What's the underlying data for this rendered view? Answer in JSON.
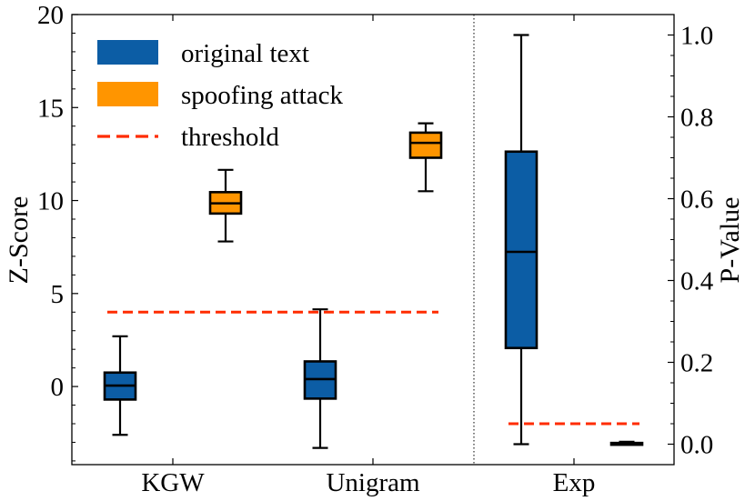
{
  "chart_data": {
    "type": "box",
    "categories": [
      "KGW",
      "Unigram",
      "Exp"
    ],
    "left_axis": {
      "label": "Z-Score",
      "ylim": [
        -4.2,
        20
      ],
      "ticks": [
        0,
        5,
        10,
        15,
        20
      ]
    },
    "right_axis": {
      "label": "P-Value",
      "ylim": [
        -0.05,
        1.05
      ],
      "ticks": [
        "0.0",
        "0.2",
        "0.4",
        "0.6",
        "0.8",
        "1.0"
      ]
    },
    "legend": {
      "placement": "top-left",
      "items": [
        {
          "label": "original text",
          "kind": "patch",
          "color": "#0c5da5"
        },
        {
          "label": "spoofing attack",
          "kind": "patch",
          "color": "#ff9500"
        },
        {
          "label": "threshold",
          "kind": "dashed",
          "color": "#ff2c00"
        }
      ]
    },
    "series": [
      {
        "name": "original text",
        "color": "#0c5da5",
        "boxes": [
          {
            "category": "KGW",
            "axis": "left",
            "whisker_low": -2.6,
            "q1": -0.7,
            "median": 0.05,
            "q3": 0.75,
            "whisker_high": 2.7
          },
          {
            "category": "Unigram",
            "axis": "left",
            "whisker_low": -3.3,
            "q1": -0.65,
            "median": 0.4,
            "q3": 1.35,
            "whisker_high": 4.15
          },
          {
            "category": "Exp",
            "axis": "right",
            "whisker_low": 0.0,
            "q1": 0.235,
            "median": 0.47,
            "q3": 0.715,
            "whisker_high": 1.0
          }
        ]
      },
      {
        "name": "spoofing attack",
        "color": "#ff9500",
        "boxes": [
          {
            "category": "KGW",
            "axis": "left",
            "whisker_low": 7.8,
            "q1": 9.3,
            "median": 9.85,
            "q3": 10.45,
            "whisker_high": 11.65
          },
          {
            "category": "Unigram",
            "axis": "left",
            "whisker_low": 10.5,
            "q1": 12.3,
            "median": 13.1,
            "q3": 13.65,
            "whisker_high": 14.15
          },
          {
            "category": "Exp",
            "axis": "right",
            "whisker_low": 0.0,
            "q1": 0.001,
            "median": 0.002,
            "q3": 0.003,
            "whisker_high": 0.006
          }
        ]
      }
    ],
    "thresholds": [
      {
        "name": "threshold",
        "axis": "left",
        "value": 4,
        "from_category": "KGW",
        "to_category": "Unigram",
        "color": "#ff2c00"
      },
      {
        "name": "threshold",
        "axis": "right",
        "value": 0.05,
        "from_category": "Exp",
        "to_category": "Exp",
        "color": "#ff2c00"
      }
    ],
    "separator": {
      "style": "dotted",
      "between": [
        "Unigram",
        "Exp"
      ]
    },
    "grid": false
  }
}
